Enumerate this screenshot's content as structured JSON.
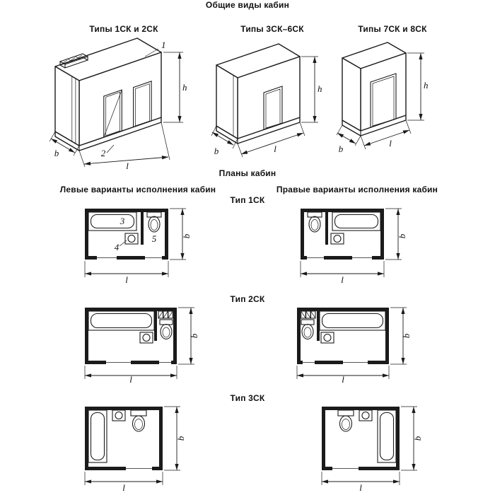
{
  "page": {
    "main_title": "Общие виды кабин",
    "plans_title": "Планы кабин"
  },
  "views": [
    {
      "caption": "Типы 1СК и 2СК"
    },
    {
      "caption": "Типы 3СК–6СК"
    },
    {
      "caption": "Типы 7СК и 8СК"
    }
  ],
  "plan_headers": {
    "left": "Левые варианты исполнения кабин",
    "right": "Правые варианты исполнения кабин"
  },
  "plan_rows": [
    {
      "label": "Тип 1СК"
    },
    {
      "label": "Тип 2СК"
    },
    {
      "label": "Тип 3СК"
    }
  ],
  "dimensions": {
    "height": "h",
    "width": "b",
    "length": "l"
  },
  "callouts": {
    "roof": "1",
    "base": "2",
    "bath": "3",
    "sink": "4",
    "wc": "5"
  }
}
